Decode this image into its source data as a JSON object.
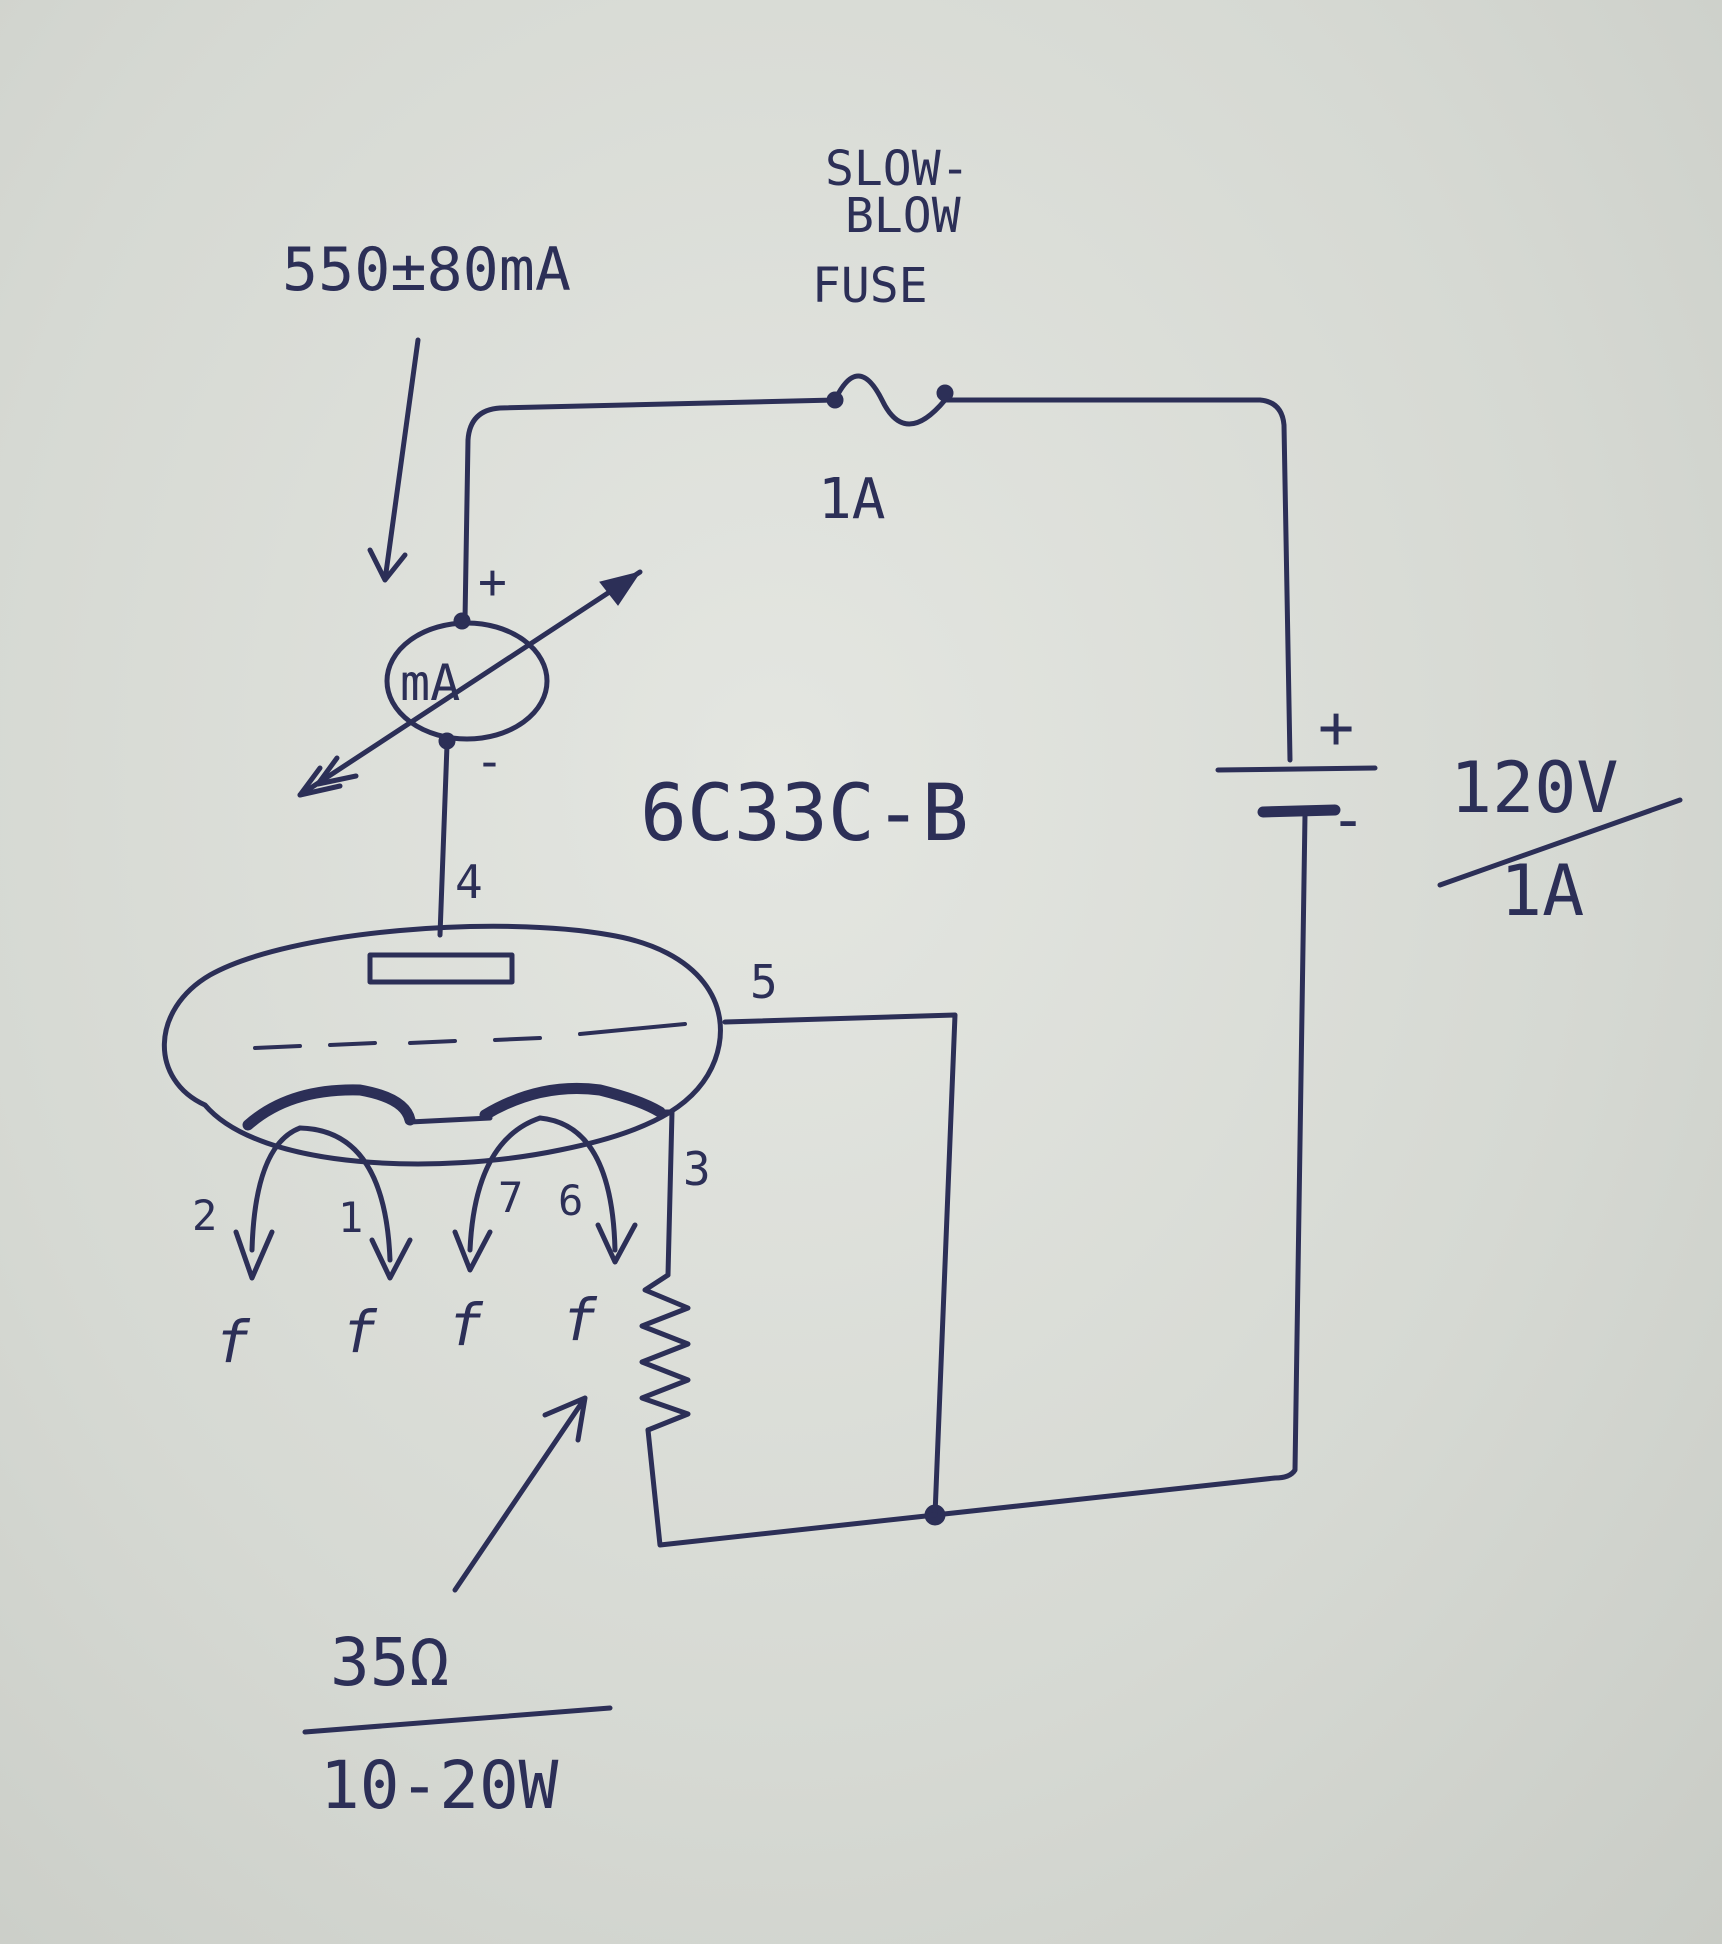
{
  "labels": {
    "fuse_line1": "SLOW-",
    "fuse_line2": "BLOW",
    "fuse_line3": "FUSE",
    "fuse_rating": "1A",
    "meter_current": "550±80mA",
    "meter_symbol": "mA",
    "meter_plus": "+",
    "meter_minus": "-",
    "tube_type": "6C33C-B",
    "supply_plus": "+",
    "supply_minus": "-",
    "supply_voltage": "120V",
    "supply_current": "1A",
    "resistor_value": "35Ω",
    "resistor_power": "10-20W",
    "filament_symbol": "f"
  },
  "pins": {
    "anode": "4",
    "grid": "5",
    "cathode": "3",
    "p1": "1",
    "p2": "2",
    "p6": "6",
    "p7": "7"
  },
  "colors": {
    "ink": "#2c2f57",
    "paper": "#d6d9d3"
  }
}
